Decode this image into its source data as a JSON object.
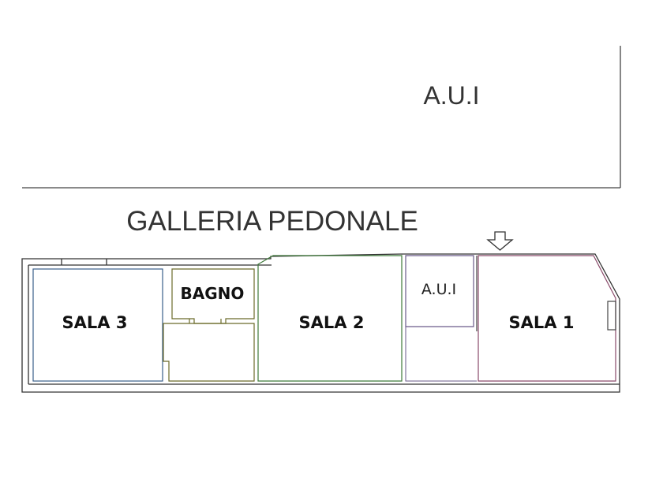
{
  "floorplan": {
    "top_area_label": "A.U.I",
    "gallery_label": "GALLERIA PEDONALE",
    "rooms": {
      "sala3": "SALA 3",
      "bagno": "BAGNO",
      "sala2": "SALA 2",
      "aui_small": "A.U.I",
      "sala1": "SALA 1"
    },
    "entrance_icon": "down-arrow-icon",
    "colors": {
      "outline": "#333333",
      "sala3": "#3a5f8a",
      "bagno": "#6b6b2a",
      "sala2": "#3f7a3a",
      "aui_small": "#6a5a8a",
      "sala1": "#8a4a6a"
    }
  }
}
